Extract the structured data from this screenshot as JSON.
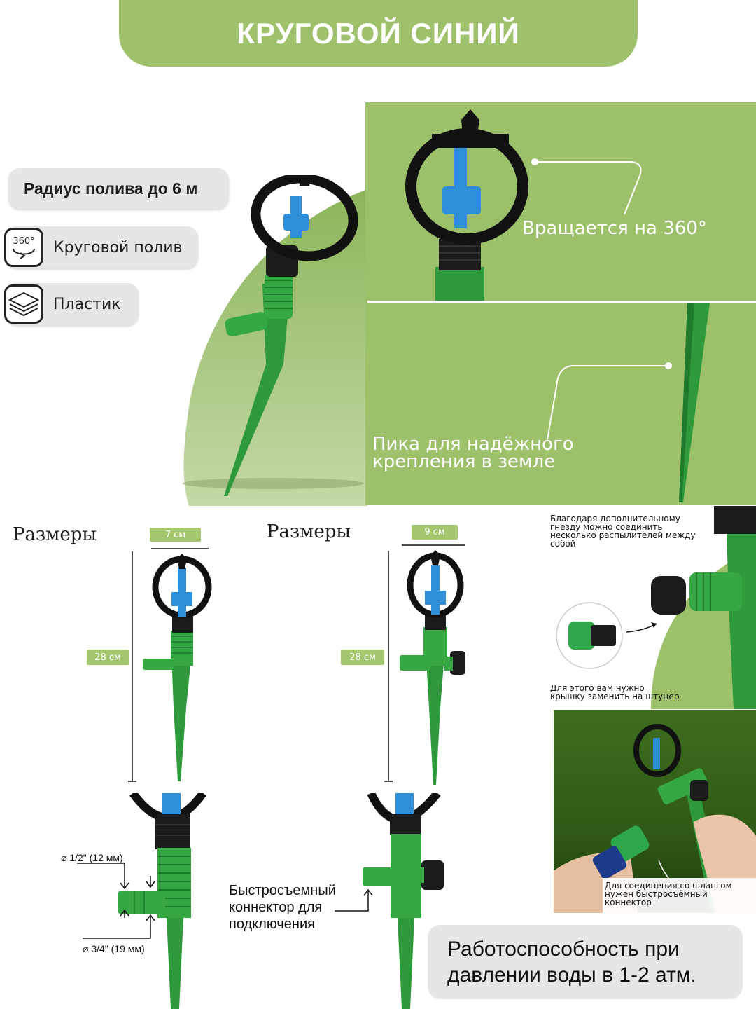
{
  "title": "КРУГОВОЙ СИНИЙ",
  "features": {
    "radius": "Радиус полива до 6 м",
    "circular": {
      "icon_text": "360°",
      "label": "Круговой полив"
    },
    "material": {
      "label": "Пластик"
    }
  },
  "panels": {
    "rotation": "Вращается на 360°",
    "spike_line1": "Пика для надёжного",
    "spike_line2": "крепления в земле"
  },
  "dimensions_left": {
    "title": "Размеры",
    "width": "7 см",
    "height": "28 см"
  },
  "dimensions_right": {
    "title": "Размеры",
    "width": "9 см",
    "height": "28 см"
  },
  "connector_note": {
    "top": [
      "Благодаря дополнительному",
      "гнезду можно соединить",
      "несколько распылителей между",
      "собой"
    ],
    "bottom": [
      "Для этого вам нужно",
      "крышку заменить на штуцер"
    ]
  },
  "hose_note": [
    "Для соединения со шлангом",
    "нужен быстросъёмный",
    "коннектор"
  ],
  "diameters": {
    "small": "⌀ 1/2\" (12 мм)",
    "large": "⌀ 3/4\" (19 мм)"
  },
  "quick_connector": [
    "Быстросъемный",
    "коннектор для",
    "подключения"
  ],
  "pressure": [
    "Работоспособность при",
    "давлении воды в 1-2 атм."
  ],
  "colors": {
    "accent_green": "#9dc06a",
    "spike_green": "#2e9a3c",
    "nozzle_blue": "#2f8fd8"
  }
}
